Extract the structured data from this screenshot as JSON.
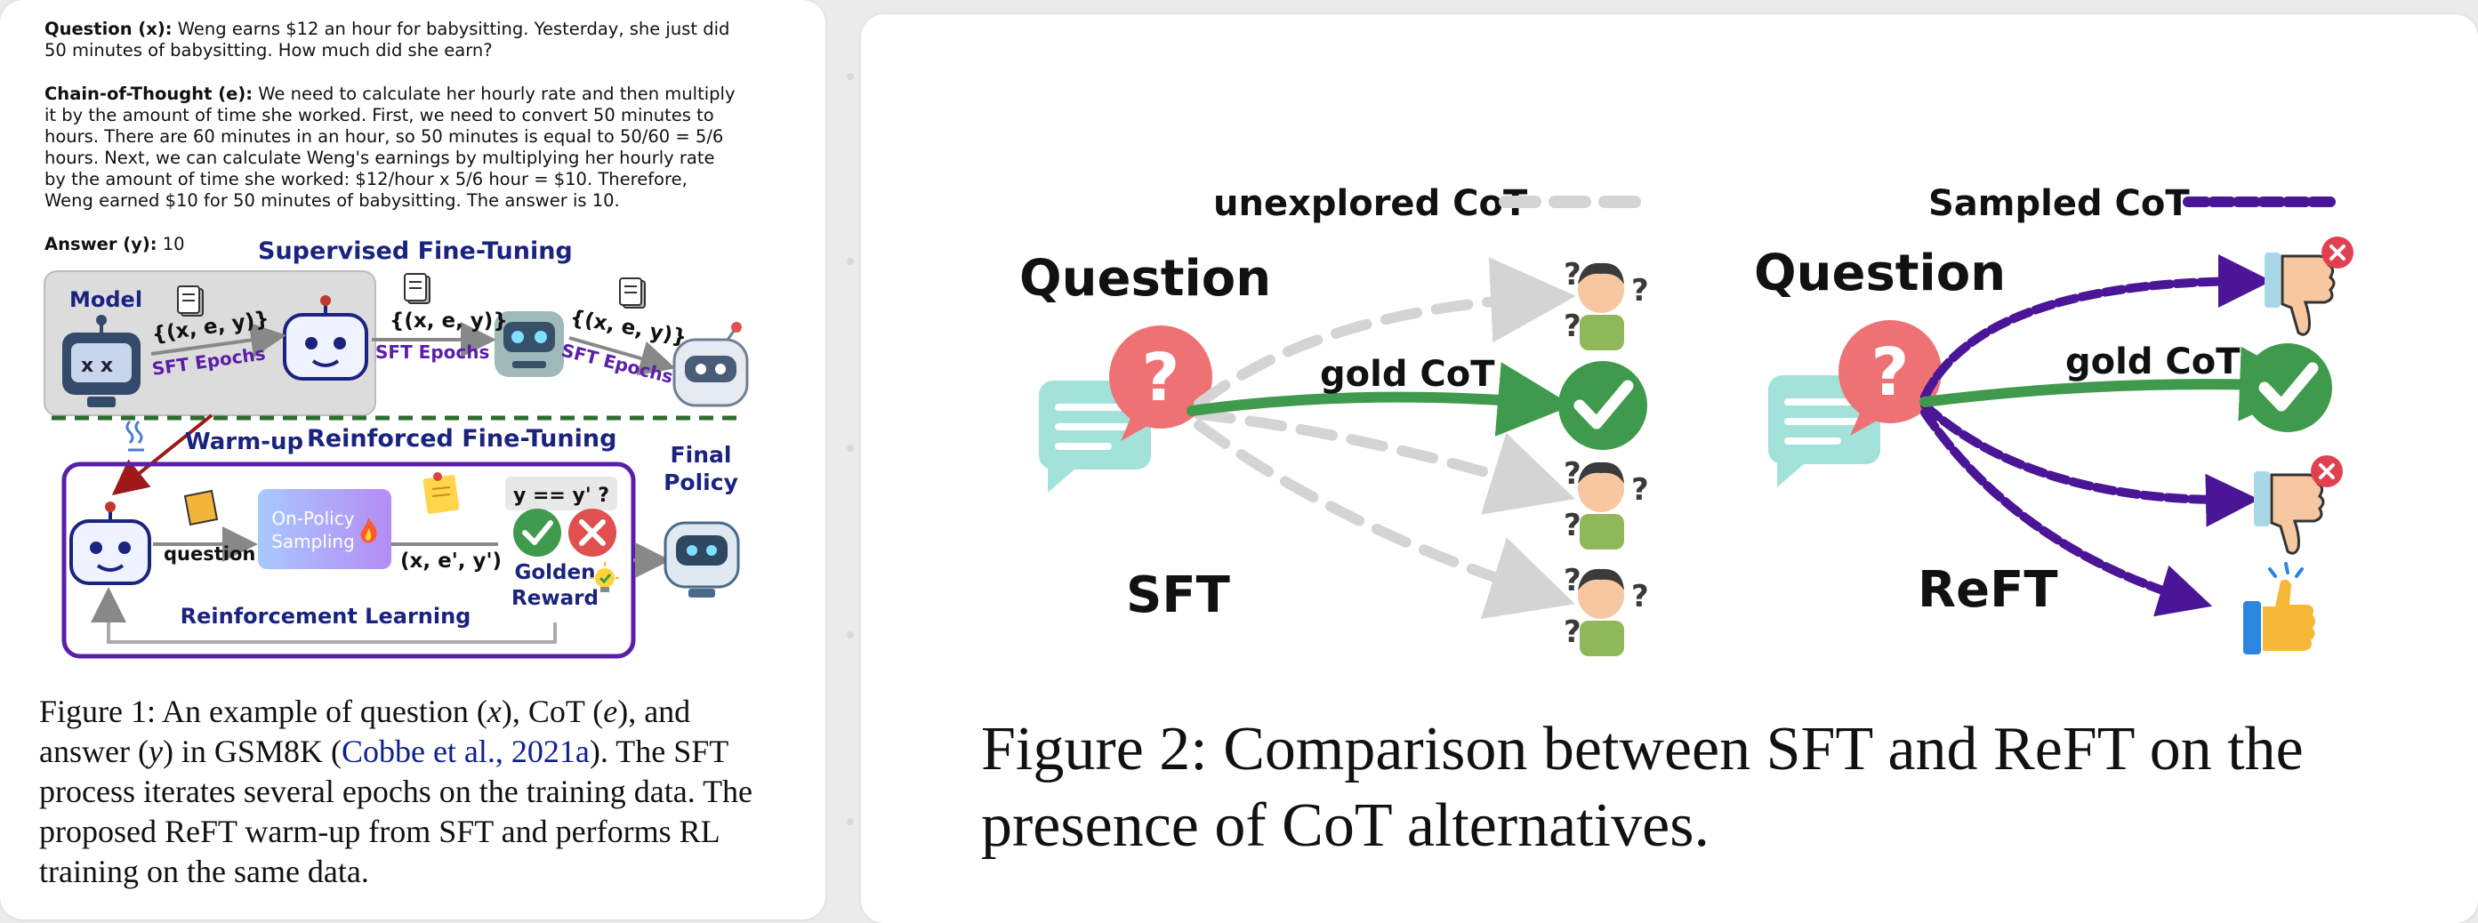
{
  "figure1": {
    "question_label": "Question (x):",
    "question_line1": "Weng earns $12 an hour for babysitting. Yesterday, she just did",
    "question_line2": "50 minutes of babysitting. How much did she earn?",
    "cot_label": "Chain-of-Thought (e):",
    "cot_line1": "We need to calculate her hourly rate and then multiply",
    "cot_line2": "it by the amount of time she worked. First, we need to convert 50 minutes to",
    "cot_line3": "hours. There are 60 minutes in an hour, so 50 minutes is equal to 50/60 = 5/6",
    "cot_line4": "hours. Next, we can calculate Weng's earnings by multiplying her hourly rate",
    "cot_line5": "by the amount of time she worked:  $12/hour x 5/6 hour = $10. Therefore,",
    "cot_line6": "Weng earned $10 for 50 minutes of babysitting. The answer is 10.",
    "answer_label": "Answer (y):",
    "answer_value": "10",
    "sft_title": "Supervised Fine-Tuning",
    "model_label": "Model",
    "tuple_label": "{(x, e, y)}",
    "sft_epochs": "SFT Epochs",
    "warmup_label": "Warm-up",
    "reft_title": "Reinforced Fine-Tuning",
    "final_policy_line1": "Final",
    "final_policy_line2": "Policy",
    "question_arrow_label": "question",
    "on_policy_line1": "On-Policy",
    "on_policy_line2": "Sampling",
    "sampled_tuple": "(x, e', y')",
    "check_label": "y == y' ?",
    "golden_reward_line1": "Golden",
    "golden_reward_line2": "Reward",
    "rl_label": "Reinforcement Learning",
    "caption_line1_a": "Figure 1:  An example of question (",
    "caption_x": "x",
    "caption_line1_b": "), CoT (",
    "caption_e": "e",
    "caption_line1_c": "), and",
    "caption_line2_a": "answer (",
    "caption_y": "y",
    "caption_line2_b": ") in GSM8K (",
    "caption_cite": "Cobbe et al., 2021a",
    "caption_line2_c": "). The SFT",
    "caption_line3": "process iterates several epochs on the training data. The",
    "caption_line4": "proposed ReFT warm-up from SFT and performs RL",
    "caption_line5": "training on the same data."
  },
  "figure2": {
    "unexplored_label": "unexplored CoT",
    "sampled_label": "Sampled CoT",
    "question_left": "Question",
    "question_right": "Question",
    "gold_left": "gold CoT",
    "gold_right": "gold CoT",
    "sft_label": "SFT",
    "reft_label": "ReFT",
    "caption_line1": "Figure 2: Comparison between SFT and ReFT on the",
    "caption_line2": "presence of CoT alternatives."
  },
  "colors": {
    "gold_green": "#3f9a4d",
    "sampled_purple": "#4a1596",
    "unexplored_gray": "#d4d4d4",
    "question_red": "#ee7274",
    "chat_teal": "#a2e2d8",
    "rl_box_purple": "#5a1ea8",
    "warmup_arrow": "#a01818",
    "dash_green": "#2e6b2e",
    "title_navy": "#1a237e"
  },
  "icons": [
    "robot-icon",
    "document-icon",
    "question-bubble-icon",
    "check-circle-icon",
    "cross-circle-icon",
    "thumbs-down-icon",
    "thumbs-up-icon",
    "confused-person-icon",
    "lightbulb-icon",
    "fire-icon",
    "sticky-note-icon"
  ]
}
